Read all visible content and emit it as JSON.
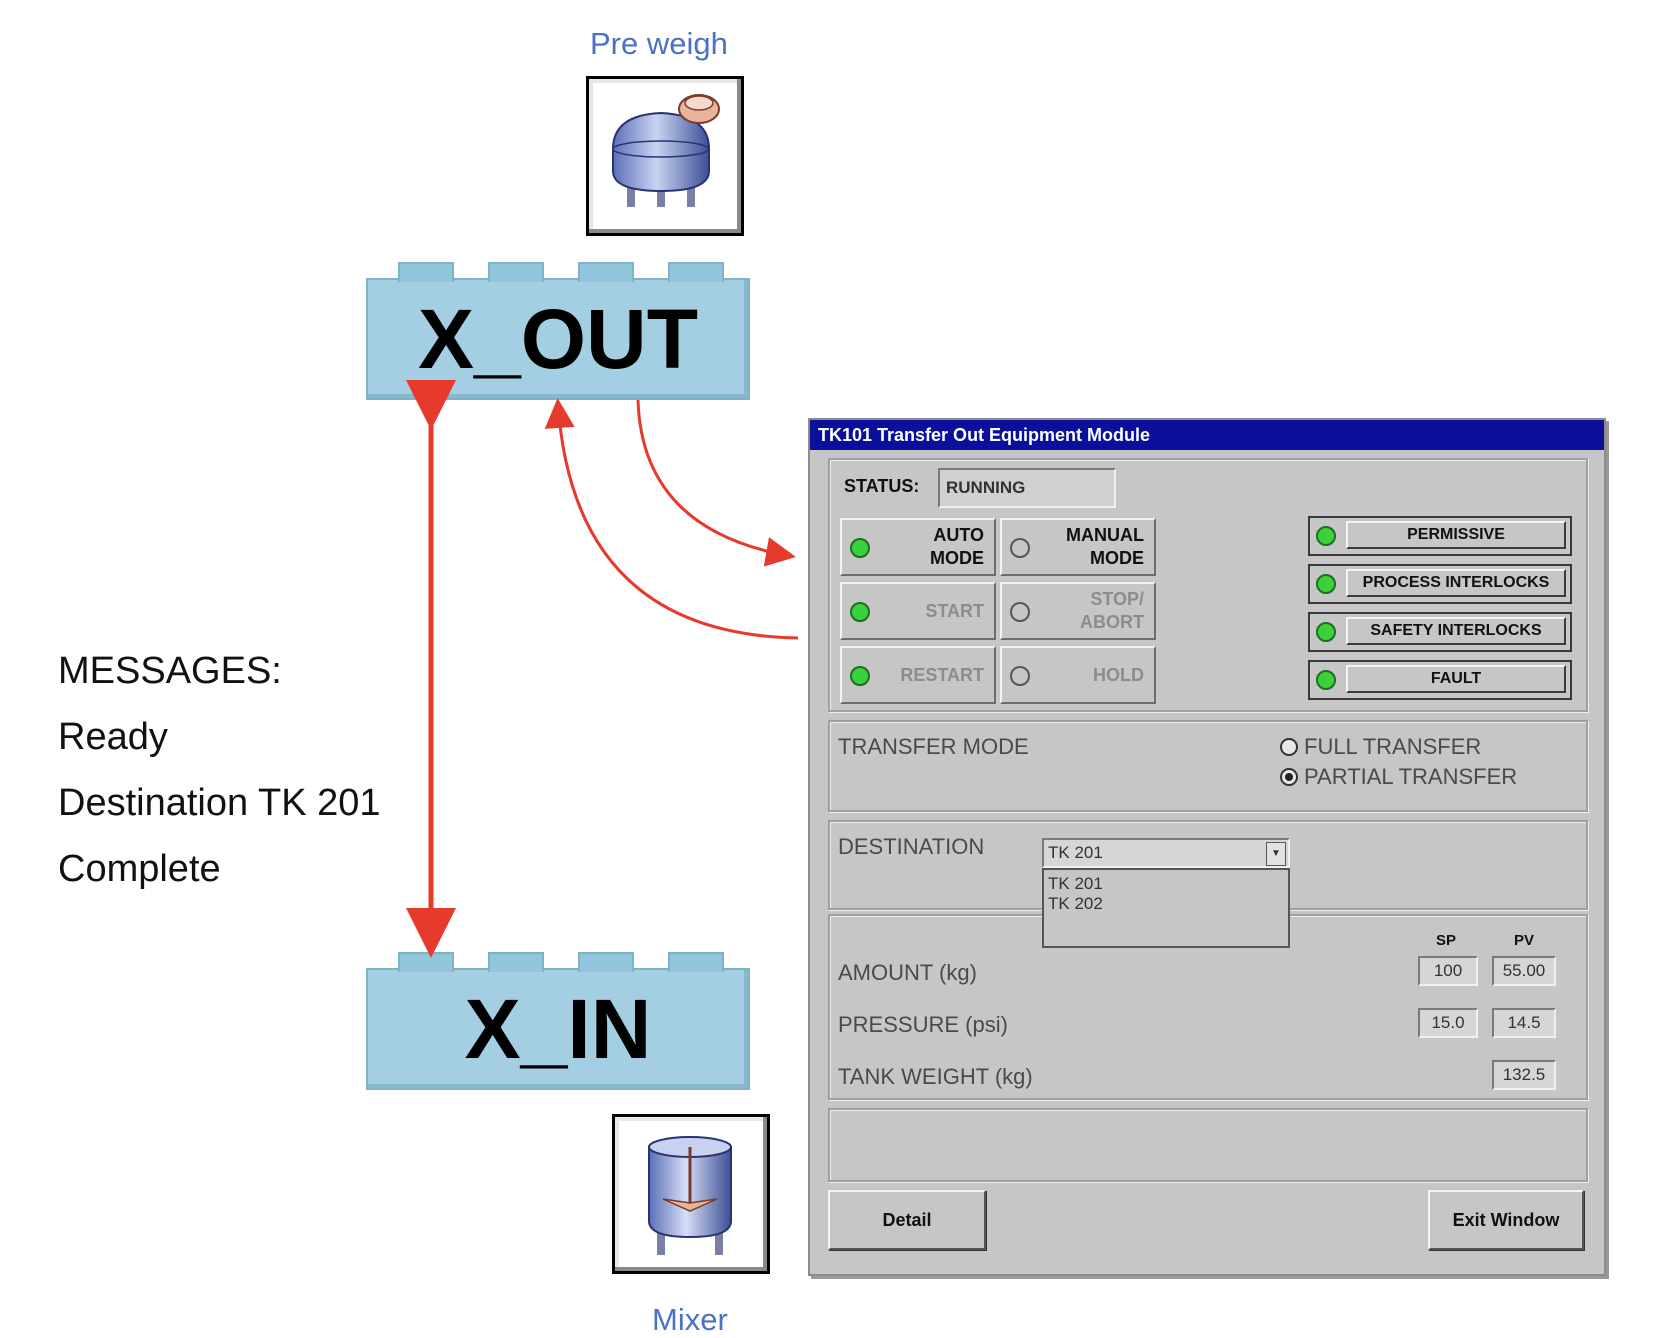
{
  "preweigh": {
    "caption": "Pre weigh",
    "icon": "tank-icon"
  },
  "mixer": {
    "caption": "Mixer",
    "icon": "mixer-icon"
  },
  "xout": {
    "label": "X_OUT"
  },
  "xin": {
    "label": "X_IN"
  },
  "messages": {
    "header": "MESSAGES:",
    "lines": [
      "Ready",
      "Destination TK 201",
      "Complete"
    ]
  },
  "colors": {
    "arrow": "#e53a2c",
    "brick": "#a4cfe2",
    "titlebar": "#0a109c",
    "led_on": "#3ad23a"
  },
  "window": {
    "title": "TK101 Transfer Out Equipment Module",
    "status_label": "STATUS:",
    "status_value": "RUNNING",
    "modes": [
      {
        "line1": "AUTO",
        "line2": "MODE",
        "led": "on"
      },
      {
        "line1": "MANUAL",
        "line2": "MODE",
        "led": "off"
      },
      {
        "line1": "START",
        "line2": "",
        "led": "on"
      },
      {
        "line1": "STOP/",
        "line2": "ABORT",
        "led": "off"
      },
      {
        "line1": "RESTART",
        "line2": "",
        "led": "on"
      },
      {
        "line1": "HOLD",
        "line2": "",
        "led": "off"
      }
    ],
    "indicators": [
      "PERMISSIVE",
      "PROCESS INTERLOCKS",
      "SAFETY INTERLOCKS",
      "FAULT"
    ],
    "transfer_mode": {
      "label": "TRANSFER MODE",
      "options": [
        "FULL TRANSFER",
        "PARTIAL TRANSFER"
      ],
      "selected": "PARTIAL TRANSFER"
    },
    "destination": {
      "label": "DESTINATION",
      "value": "TK 201",
      "options": [
        "TK 201",
        "TK 202"
      ]
    },
    "values": {
      "sp_header": "SP",
      "pv_header": "PV",
      "amount_label": "AMOUNT (kg)",
      "amount_sp": "100",
      "amount_pv": "55.00",
      "pressure_label": "PRESSURE (psi)",
      "pressure_sp": "15.0",
      "pressure_pv": "14.5",
      "tank_weight_label": "TANK WEIGHT (kg)",
      "tank_weight_pv": "132.5"
    },
    "detail_button": "Detail",
    "exit_button": "Exit Window"
  }
}
